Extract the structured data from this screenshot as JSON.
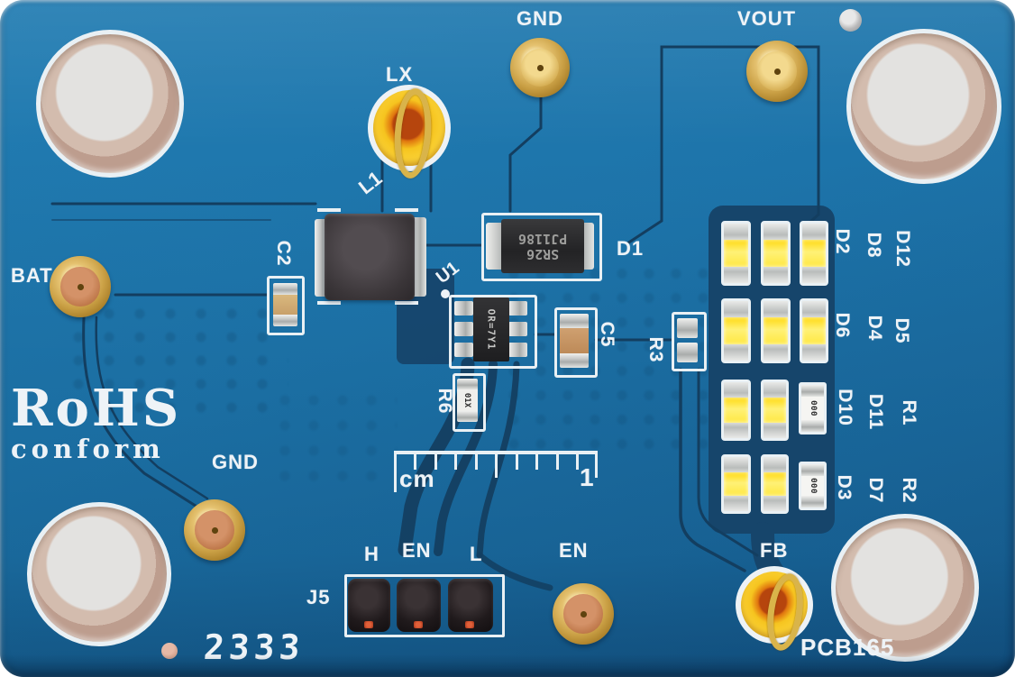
{
  "board": {
    "color": "#1d74aa",
    "trace_color": "#133e60",
    "silk_color": "#eef3f7",
    "rohs": {
      "line1": "RoHS",
      "line2": "conform"
    },
    "date_code": "2333",
    "pcb_number": "PCB165",
    "ruler": {
      "unit": "cm",
      "end": "1"
    }
  },
  "test_points": {
    "gnd_top": "GND",
    "vout": "VOUT",
    "lx": "LX",
    "bat": "BAT",
    "gnd_bottom": "GND",
    "en": "EN",
    "fb": "FB"
  },
  "components": {
    "l1": "L1",
    "c2": "C2",
    "d1": "D1",
    "u1": "U1",
    "c5": "C5",
    "r3": "R3",
    "r6": "R6",
    "j5": "J5",
    "d1_marking": {
      "line1": "PJ1186",
      "line2": "SR26"
    },
    "u1_marking": "OR=7Y1",
    "r6_marking": "01X",
    "jumper_pins": [
      "H",
      "EN",
      "L"
    ]
  },
  "led_array": {
    "row1": [
      "D2",
      "D8",
      "D12"
    ],
    "row2": [
      "D6",
      "D4",
      "D5"
    ],
    "row3": [
      "D10",
      "D11",
      "R1"
    ],
    "row4": [
      "D3",
      "D7",
      "R2"
    ],
    "resistor_marking": "000"
  }
}
